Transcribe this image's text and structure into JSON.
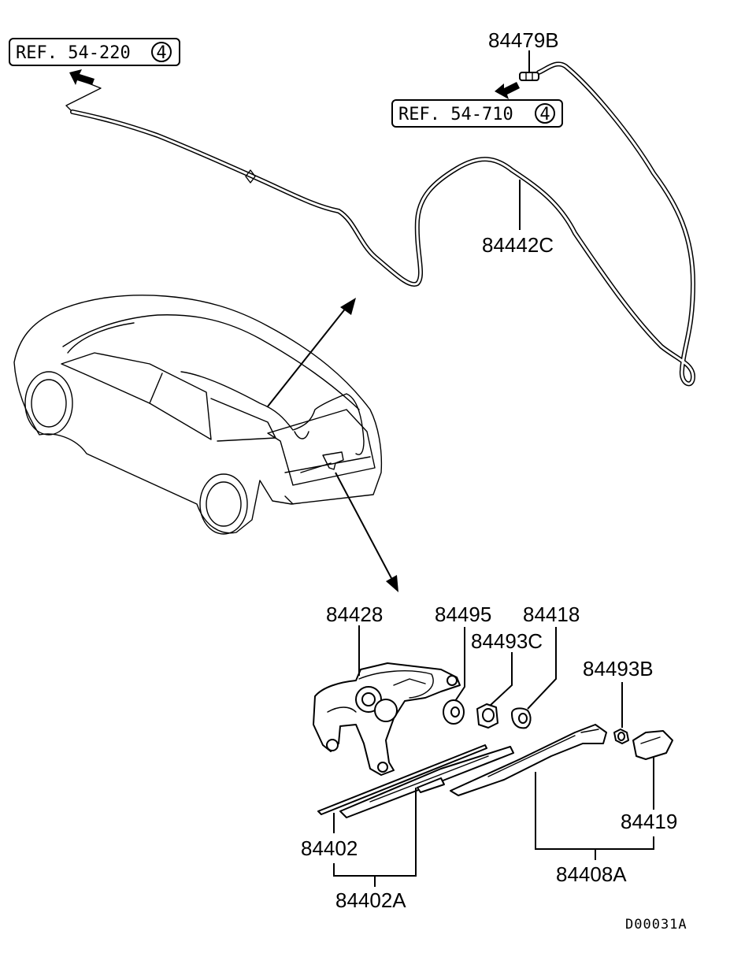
{
  "references": [
    {
      "text": "REF. 54-220",
      "circled": "4"
    },
    {
      "text": "REF. 54-710",
      "circled": "4"
    }
  ],
  "part_numbers": {
    "p84479B": "84479B",
    "p84442C": "84442C",
    "p84428": "84428",
    "p84495": "84495",
    "p84418": "84418",
    "p84493C": "84493C",
    "p84493B": "84493B",
    "p84419": "84419",
    "p84402": "84402",
    "p84408A": "84408A",
    "p84402A": "84402A"
  },
  "diagram_code": "D00031A"
}
